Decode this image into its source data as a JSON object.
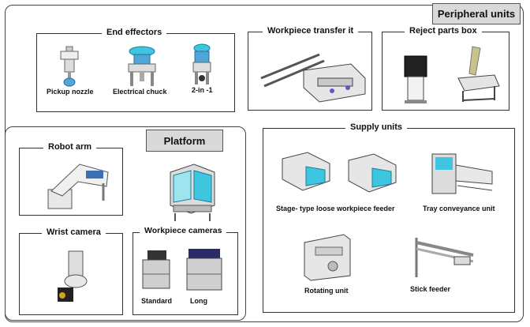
{
  "peripheral": {
    "label": "Peripheral units",
    "end_effectors": {
      "title": "End effectors",
      "items": [
        "Pickup nozzle",
        "Electrical chuck",
        "2-in -1"
      ]
    },
    "workpiece_transfer": {
      "title": "Workpiece transfer it"
    },
    "reject_box": {
      "title": "Reject parts box"
    },
    "supply_units": {
      "title": "Supply units",
      "items": [
        "Stage- type loose workpiece feeder",
        "Tray conveyance unit",
        "Rotating unit",
        "Stick feeder"
      ]
    }
  },
  "platform": {
    "label": "Platform",
    "robot_arm": {
      "title": "Robot arm"
    },
    "wrist_camera": {
      "title": "Wrist camera"
    },
    "workpiece_cameras": {
      "title": "Workpiece cameras",
      "items": [
        "Standard",
        "Long"
      ]
    }
  },
  "colors": {
    "accent_blue": "#3ec6e0",
    "label_gray": "#d9d9d9",
    "line": "#333333"
  }
}
